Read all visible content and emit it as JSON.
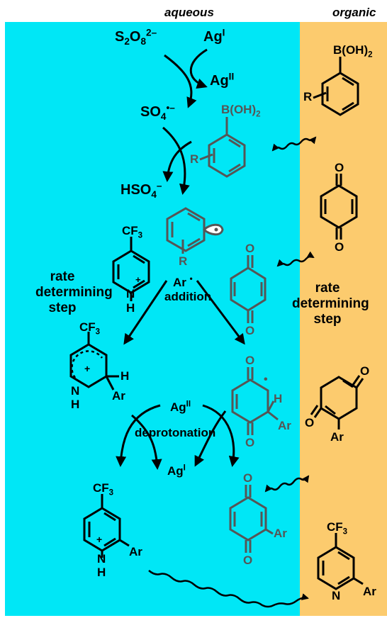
{
  "headers": {
    "aqueous": "aqueous",
    "organic": "organic"
  },
  "colors": {
    "aqueous_bg": "#00e7f6",
    "organic_bg": "#fccb6e",
    "active": "#000000",
    "spectator": "#555555"
  },
  "reagents": {
    "persulfate_base": "S",
    "persulfate_sub1": "2",
    "persulfate_mid": "O",
    "persulfate_sub2": "8",
    "persulfate_charge": "2–",
    "silver1": "Ag",
    "silver1_ox": "I",
    "silver2": "Ag",
    "silver2_ox": "II",
    "sulfate_radical": "SO",
    "sulfate_radical_sub": "4",
    "sulfate_radical_charge": "•–",
    "bisulfate": "HSO",
    "bisulfate_sub": "4",
    "bisulfate_charge": "–"
  },
  "labels": {
    "boronic_acid": "B(OH)",
    "boronic_sub": "2",
    "r_group": "R",
    "cf3": "CF",
    "cf3_sub": "3",
    "nh": "N",
    "h": "H",
    "plus": "+",
    "ar": "Ar",
    "o": "O",
    "rate_step_left": [
      "rate",
      "determining",
      "step"
    ],
    "rate_step_right": [
      "rate",
      "determining",
      "step"
    ],
    "ar_radical": "Ar",
    "radical_dot": "•",
    "addition": "addition",
    "deprotonation": "deprotonation",
    "silver_ii_mid": "Ag",
    "silver_ii_mid_ox": "II",
    "silver_i_mid": "Ag",
    "silver_i_mid_ox": "I"
  }
}
